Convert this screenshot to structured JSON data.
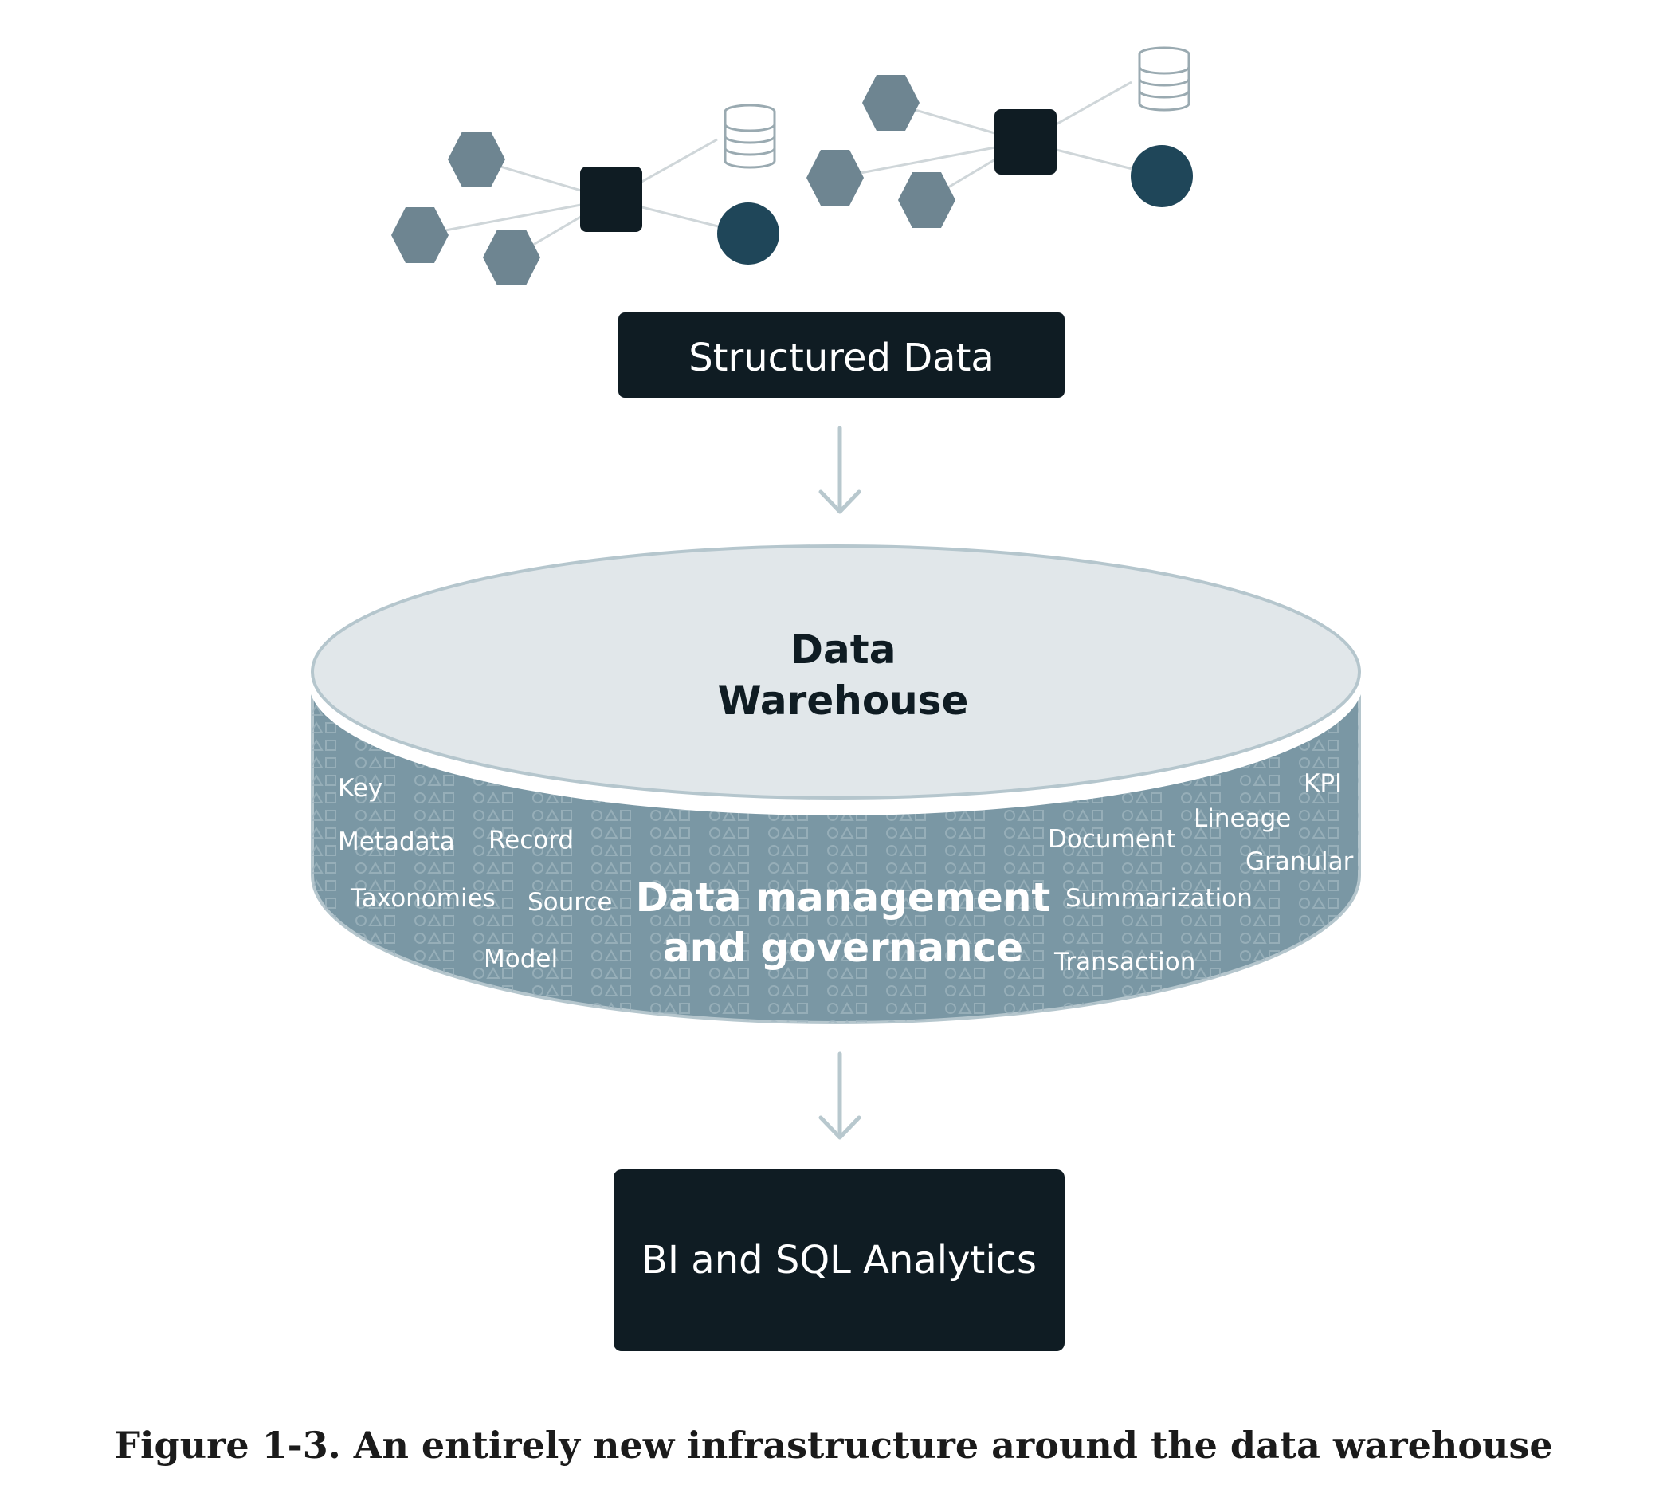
{
  "diagram": {
    "structured_data_label": "Structured Data",
    "warehouse_title_line1": "Data",
    "warehouse_title_line2": "Warehouse",
    "governance_line1": "Data management",
    "governance_line2": "and governance",
    "terms": {
      "key": "Key",
      "metadata": "Metadata",
      "record": "Record",
      "taxonomies": "Taxonomies",
      "source": "Source",
      "model": "Model",
      "document": "Document",
      "lineage": "Lineage",
      "kpi": "KPI",
      "granular": "Granular",
      "summarization": "Summarization",
      "transaction": "Transaction"
    },
    "analytics_label": "BI and SQL Analytics",
    "pattern_glyphs": "○△□",
    "colors": {
      "dark": "#0f1c23",
      "hexagon": "#6e8591",
      "circle": "#1f4659",
      "cylinder_side": "#7a97a4",
      "cylinder_top": "#e1e7ea",
      "outline": "#b5c6cd",
      "arrow": "#b8c8ce",
      "connector": "#cfd6d9"
    }
  },
  "caption": "Figure 1-3. An entirely new infrastructure around the data warehouse"
}
